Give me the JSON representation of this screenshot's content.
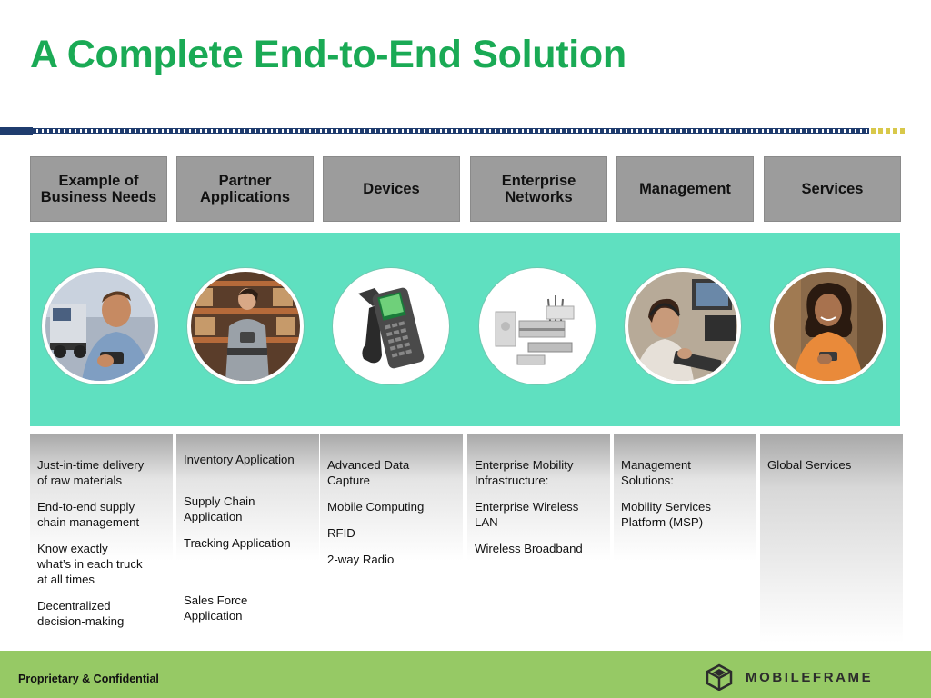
{
  "slide": {
    "title": "A Complete End-to-End Solution"
  },
  "headers": [
    {
      "label": "Example of\nBusiness Needs"
    },
    {
      "label": "Partner\nApplications"
    },
    {
      "label": "Devices"
    },
    {
      "label": "Enterprise\nNetworks"
    },
    {
      "label": "Management"
    },
    {
      "label": "Services"
    }
  ],
  "images": [
    {
      "icon": "truck-driver-photo"
    },
    {
      "icon": "warehouse-worker-photo"
    },
    {
      "icon": "handheld-scanner-photo"
    },
    {
      "icon": "network-equipment-photo"
    },
    {
      "icon": "call-center-agent-photo"
    },
    {
      "icon": "service-representative-photo"
    }
  ],
  "columns": [
    {
      "items": [
        "Just-in-time delivery\nof raw materials",
        "End-to-end supply\nchain management",
        "Know exactly\nwhat’s in each truck\nat all times",
        "Decentralized\ndecision-making"
      ]
    },
    {
      "items": [
        "Inventory Application",
        "Supply Chain\nApplication",
        "Tracking Application",
        "Sales Force\nApplication"
      ]
    },
    {
      "items": [
        "Advanced Data\nCapture",
        "Mobile Computing",
        "RFID",
        "2-way Radio"
      ]
    },
    {
      "items": [
        "Enterprise Mobility\nInfrastructure:",
        "Enterprise Wireless\nLAN",
        "Wireless Broadband"
      ]
    },
    {
      "items": [
        "Management\nSolutions:",
        "Mobility Services\nPlatform (MSP)"
      ]
    },
    {
      "items": [
        "Global Services"
      ]
    }
  ],
  "footer": {
    "confidential": "Proprietary & Confidential",
    "logo_text": "MOBILEFRAME"
  },
  "colors": {
    "title": "#1aaa55",
    "band": "#5fe0c0",
    "footer": "#96c965",
    "header_box": "#9c9c9c",
    "divider": "#1f3c6e"
  }
}
